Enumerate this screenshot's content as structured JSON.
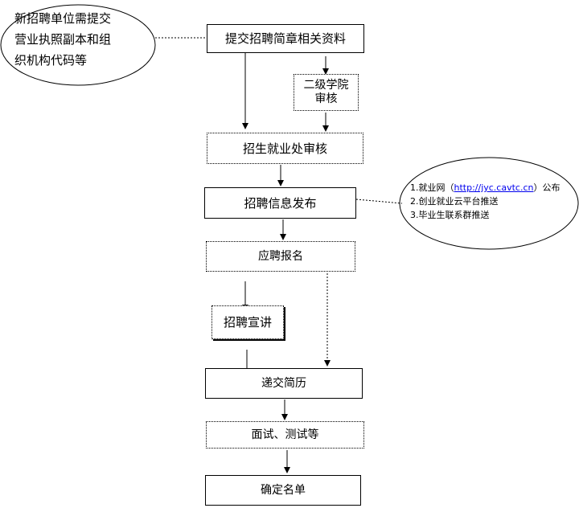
{
  "steps": {
    "submit": "提交招聘简章相关资料",
    "college_review": [
      "二级学院",
      "审核"
    ],
    "employment_review": "招生就业处审核",
    "publish": "招聘信息发布",
    "apply": "应聘报名",
    "presentation": "招聘宣讲",
    "resume": "递交简历",
    "interview": "面试、测试等",
    "confirm": "确定名单"
  },
  "notes": {
    "left": [
      "新招聘单位需提交",
      "营业执照副本和组",
      "织机构代码等"
    ],
    "right": {
      "item1_prefix": "1.就业网（",
      "item1_link": "http://jyc.cavtc.cn",
      "item1_suffix": "）公布",
      "item2": "2.创业就业云平台推送",
      "item3": "3.毕业生联系群推送"
    }
  }
}
